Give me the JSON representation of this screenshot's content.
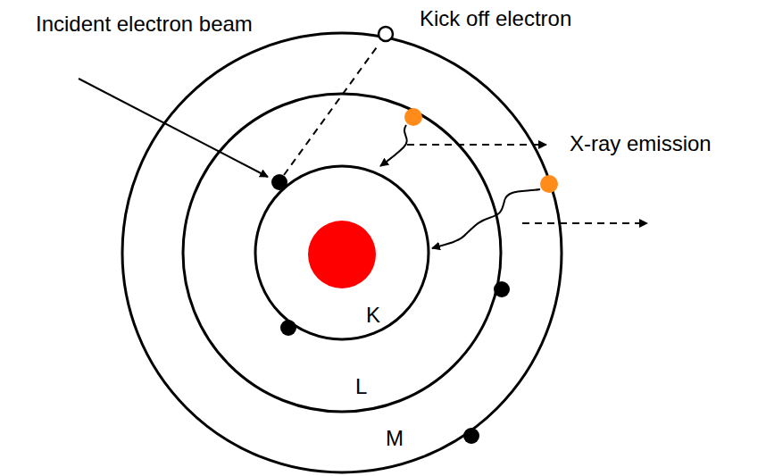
{
  "diagram": {
    "labels": [
      "Incident electron beam",
      "Kick off electron",
      "X-ray emission",
      "K",
      "L",
      "M"
    ]
  }
}
